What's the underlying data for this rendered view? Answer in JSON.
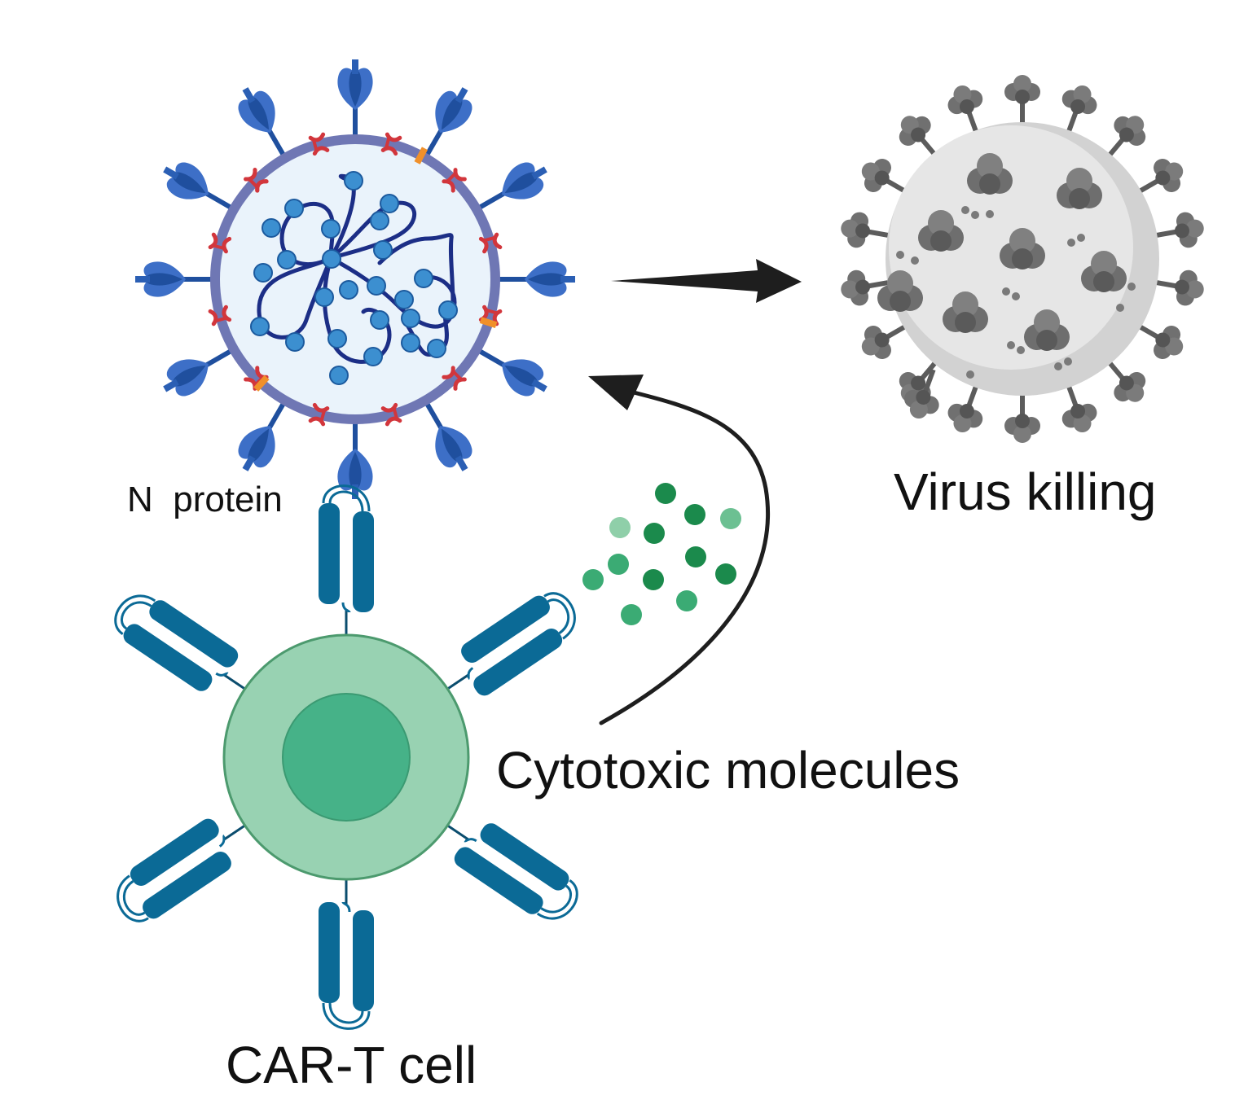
{
  "labels": {
    "n_protein": "N  protein",
    "virus_killing": "Virus killing",
    "cytotoxic_molecules": "Cytotoxic molecules",
    "car_t_cell": "CAR-T cell"
  },
  "colors": {
    "virus_membrane": "#6f77b4",
    "virus_interior": "#eaf3fb",
    "spike_blue": "#3d6fc7",
    "spike_dark": "#1f4f9e",
    "rna_strand": "#1c2e86",
    "nucleocapsid": "#3c8fd0",
    "membrane_protein_red": "#d2363c",
    "membrane_protein_orange": "#f0902a",
    "dead_virus_body": "#e3e3e3",
    "dead_virus_spike": "#6b6b6b",
    "tcell_outer": "#98d2b2",
    "tcell_nucleus": "#46b288",
    "tcell_outline": "#4c9a6e",
    "car_receptor": "#0b6a96",
    "molecule_dark": "#1b8a4c",
    "molecule_mid": "#3bab74",
    "molecule_light": "#8fcfa9",
    "arrow": "#1e1e1e"
  },
  "icons": {
    "virus": "coronavirus-icon",
    "dead_virus": "killed-virus-icon",
    "t_cell": "car-t-cell-icon",
    "arrow": "arrow-icon"
  }
}
